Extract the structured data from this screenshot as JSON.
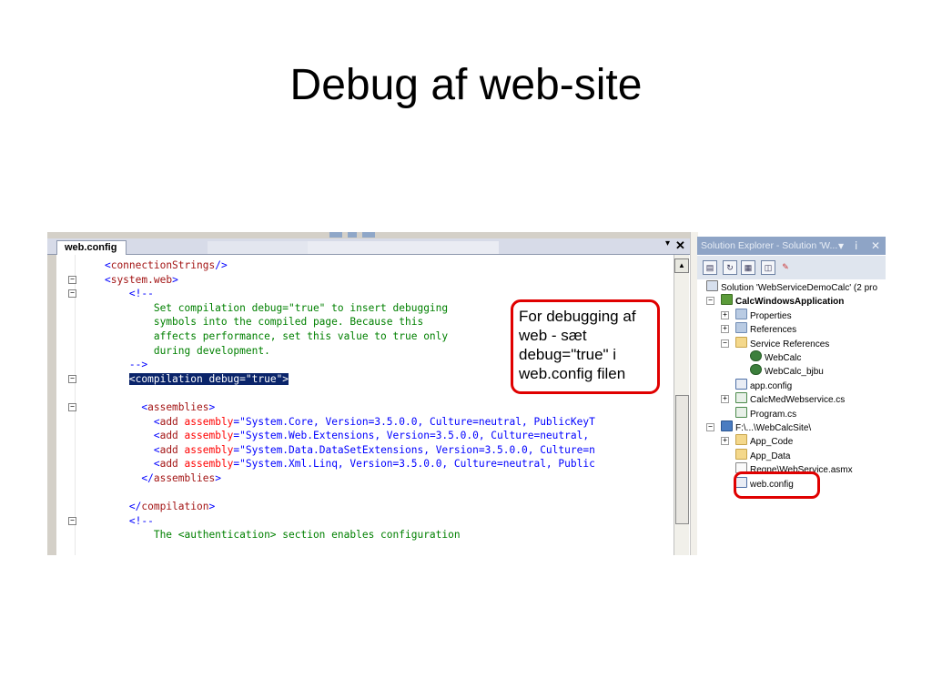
{
  "slide": {
    "title": "Debug af web-site"
  },
  "editor": {
    "tab_label": "web.config",
    "pin_glyph": "▾",
    "close_glyph": "✕",
    "lines": [
      {
        "indent": "    ",
        "parts": [
          {
            "c": "b",
            "t": "<"
          },
          {
            "c": "r",
            "t": "connectionStrings"
          },
          {
            "c": "b",
            "t": "/>"
          }
        ]
      },
      {
        "indent": "    ",
        "parts": [
          {
            "c": "b",
            "t": "<"
          },
          {
            "c": "r",
            "t": "system.web"
          },
          {
            "c": "b",
            "t": ">"
          }
        ]
      },
      {
        "indent": "        ",
        "parts": [
          {
            "c": "b",
            "t": "<!--"
          }
        ]
      },
      {
        "indent": "            ",
        "parts": [
          {
            "c": "g",
            "t": "Set compilation debug=\"true\" to insert debugging"
          }
        ]
      },
      {
        "indent": "            ",
        "parts": [
          {
            "c": "g",
            "t": "symbols into the compiled page. Because this"
          }
        ]
      },
      {
        "indent": "            ",
        "parts": [
          {
            "c": "g",
            "t": "affects performance, set this value to true only"
          }
        ]
      },
      {
        "indent": "            ",
        "parts": [
          {
            "c": "g",
            "t": "during development."
          }
        ]
      },
      {
        "indent": "        ",
        "parts": [
          {
            "c": "b",
            "t": "-->"
          }
        ]
      },
      {
        "indent": "        ",
        "sel": true,
        "parts": [
          {
            "c": "b",
            "t": "<"
          },
          {
            "c": "r",
            "t": "compilation"
          },
          {
            "c": "a",
            "t": " debug"
          },
          {
            "c": "b",
            "t": "=\"true\">"
          }
        ]
      },
      {
        "indent": "",
        "parts": []
      },
      {
        "indent": "          ",
        "parts": [
          {
            "c": "b",
            "t": "<"
          },
          {
            "c": "r",
            "t": "assemblies"
          },
          {
            "c": "b",
            "t": ">"
          }
        ]
      },
      {
        "indent": "            ",
        "parts": [
          {
            "c": "b",
            "t": "<"
          },
          {
            "c": "r",
            "t": "add"
          },
          {
            "c": "a",
            "t": " assembly"
          },
          {
            "c": "b",
            "t": "=\"System.Core, Version=3.5.0.0, Culture=neutral, PublicKeyT"
          }
        ]
      },
      {
        "indent": "            ",
        "parts": [
          {
            "c": "b",
            "t": "<"
          },
          {
            "c": "r",
            "t": "add"
          },
          {
            "c": "a",
            "t": " assembly"
          },
          {
            "c": "b",
            "t": "=\"System.Web.Extensions, Version=3.5.0.0, Culture=neutral,"
          }
        ]
      },
      {
        "indent": "            ",
        "parts": [
          {
            "c": "b",
            "t": "<"
          },
          {
            "c": "r",
            "t": "add"
          },
          {
            "c": "a",
            "t": " assembly"
          },
          {
            "c": "b",
            "t": "=\"System.Data.DataSetExtensions, Version=3.5.0.0, Culture=n"
          }
        ]
      },
      {
        "indent": "            ",
        "parts": [
          {
            "c": "b",
            "t": "<"
          },
          {
            "c": "r",
            "t": "add"
          },
          {
            "c": "a",
            "t": " assembly"
          },
          {
            "c": "b",
            "t": "=\"System.Xml.Linq, Version=3.5.0.0, Culture=neutral, Public"
          }
        ]
      },
      {
        "indent": "          ",
        "parts": [
          {
            "c": "b",
            "t": "</"
          },
          {
            "c": "r",
            "t": "assemblies"
          },
          {
            "c": "b",
            "t": ">"
          }
        ]
      },
      {
        "indent": "",
        "parts": []
      },
      {
        "indent": "        ",
        "parts": [
          {
            "c": "b",
            "t": "</"
          },
          {
            "c": "r",
            "t": "compilation"
          },
          {
            "c": "b",
            "t": ">"
          }
        ]
      },
      {
        "indent": "        ",
        "parts": [
          {
            "c": "b",
            "t": "<!--"
          }
        ]
      },
      {
        "indent": "            ",
        "parts": [
          {
            "c": "g",
            "t": "The <authentication> section enables configuration"
          }
        ]
      }
    ]
  },
  "callout": {
    "lines": [
      "For debugging af",
      "web - sæt",
      "debug=\"true\" i",
      "web.config filen"
    ],
    "border_color": "#e00000"
  },
  "solution_explorer": {
    "title": "Solution Explorer - Solution 'W...",
    "title_controls": [
      "▾",
      "ⅰ",
      "✕"
    ],
    "tree": [
      {
        "label": "Solution 'WebServiceDemoCalc' (2 pro",
        "icon": "sol",
        "depth": 0
      },
      {
        "label": "CalcWindowsApplication",
        "icon": "proj",
        "depth": 0,
        "bold": true,
        "exp": "−"
      },
      {
        "label": "Properties",
        "icon": "ref",
        "depth": 1,
        "exp": "+"
      },
      {
        "label": "References",
        "icon": "ref",
        "depth": 1,
        "exp": "+"
      },
      {
        "label": "Service References",
        "icon": "folder",
        "depth": 1,
        "exp": "−"
      },
      {
        "label": "WebCalc",
        "icon": "svc",
        "depth": 2
      },
      {
        "label": "WebCalc_bjbu",
        "icon": "svc",
        "depth": 2
      },
      {
        "label": "app.config",
        "icon": "cfg",
        "depth": 1
      },
      {
        "label": "CalcMedWebservice.cs",
        "icon": "cs",
        "depth": 1,
        "exp": "+"
      },
      {
        "label": "Program.cs",
        "icon": "cs",
        "depth": 1
      },
      {
        "label": "F:\\...\\WebCalcSite\\",
        "icon": "site",
        "depth": 0,
        "exp": "−"
      },
      {
        "label": "App_Code",
        "icon": "folder",
        "depth": 1,
        "exp": "+"
      },
      {
        "label": "App_Data",
        "icon": "folder",
        "depth": 1
      },
      {
        "label": "Regne\\WebService.asmx",
        "icon": "asmx",
        "depth": 1
      },
      {
        "label": "web.config",
        "icon": "cfg",
        "depth": 1
      }
    ]
  }
}
